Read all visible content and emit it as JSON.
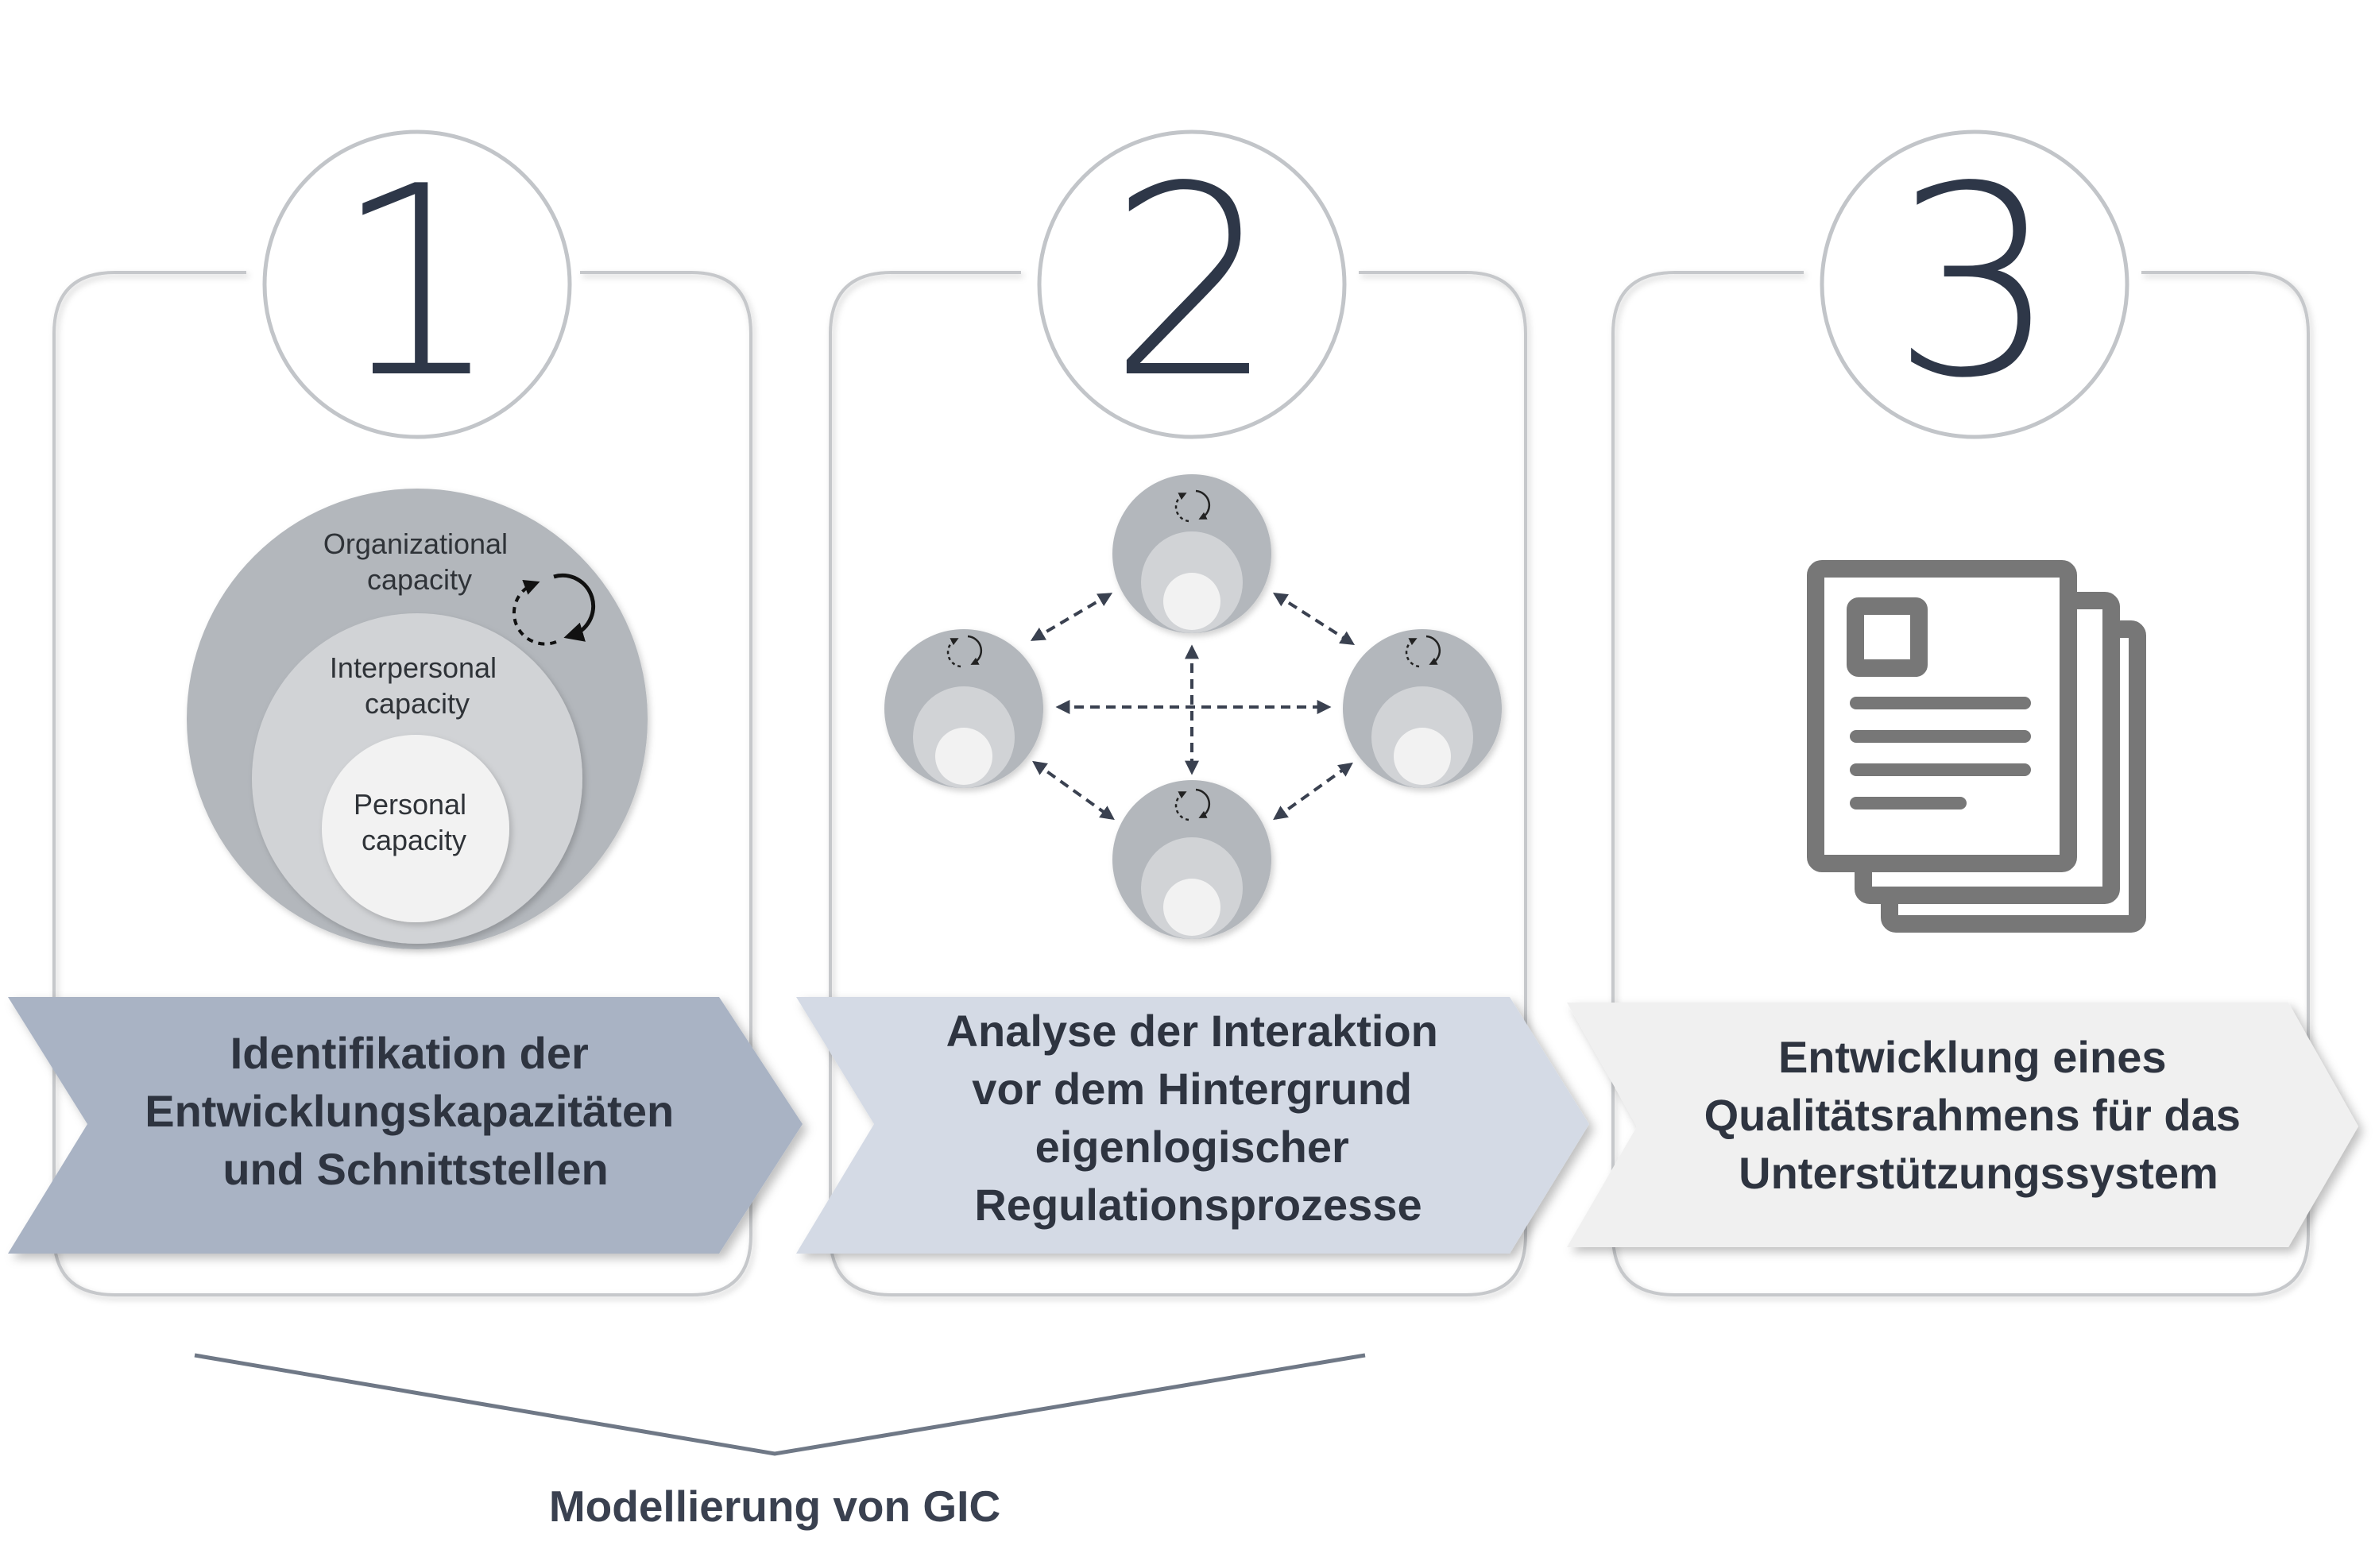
{
  "steps": [
    {
      "number": "1",
      "title_lines": [
        "Identifikation der",
        "Entwicklungskapazitäten",
        "und Schnittstellen"
      ]
    },
    {
      "number": "2",
      "title_lines": [
        "Analyse der Interaktion",
        "vor dem Hintergrund",
        "eigenlogischer",
        "Regulationsprozesse"
      ]
    },
    {
      "number": "3",
      "title_lines": [
        "Entwicklung eines",
        "Qualitätsrahmens für das",
        "Unterstützungssystem"
      ]
    }
  ],
  "capacity_model": {
    "outer": [
      "Organizational",
      "capacity"
    ],
    "middle": [
      "Interpersonal",
      "capacity"
    ],
    "inner": [
      "Personal",
      "capacity"
    ]
  },
  "footer": {
    "label": "Modellierung von GIC"
  },
  "icons": {
    "cycle": "cycle-arrows-icon",
    "document": "document-stack-icon"
  },
  "colors": {
    "banner1": "#a9b3c4",
    "banner2": "#d4dae5",
    "banner3": "#f0f0f0",
    "outer_circle": "#b3b7bc",
    "middle_circle": "#d1d3d6",
    "inner_circle": "#f2f2f2",
    "number": "#2e3748"
  }
}
